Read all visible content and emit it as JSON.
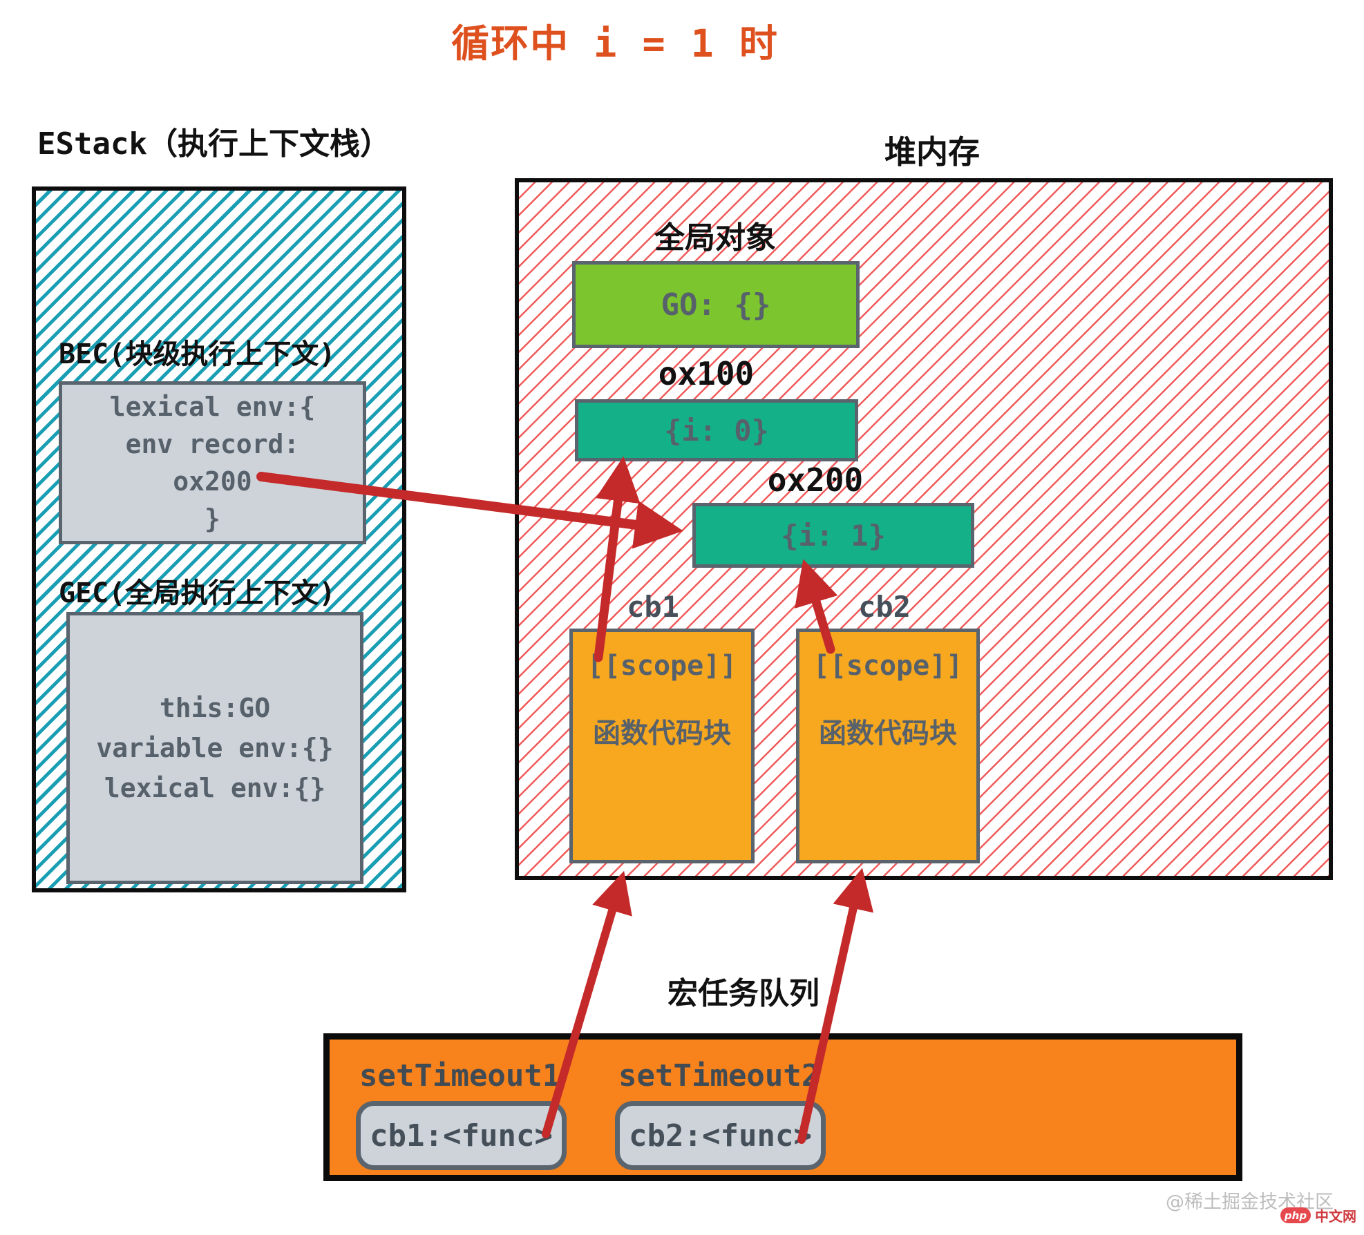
{
  "title": "循环中 i = 1 时",
  "estack": {
    "label": "EStack（执行上下文栈）",
    "bec": {
      "label": "BEC(块级执行上下文)",
      "lines": [
        "lexical env:{",
        "env record:",
        "ox200",
        "}"
      ]
    },
    "gec": {
      "label": "GEC(全局执行上下文)",
      "lines": [
        "this:GO",
        "variable env:{}",
        "lexical env:{}"
      ]
    }
  },
  "heap": {
    "label": "堆内存",
    "global_object": {
      "label": "全局对象",
      "value": "GO: {}"
    },
    "slot_ox100": {
      "label": "ox100",
      "value": "{i: 0}"
    },
    "slot_ox200": {
      "label": "ox200",
      "value": "{i: 1}"
    },
    "cb1": {
      "label": "cb1",
      "scope": "[[scope]]",
      "body": "函数代码块"
    },
    "cb2": {
      "label": "cb2",
      "scope": "[[scope]]",
      "body": "函数代码块"
    }
  },
  "macro_task_queue": {
    "label": "宏任务队列",
    "items": [
      {
        "label": "setTimeout1",
        "value": "cb1:<func>"
      },
      {
        "label": "setTimeout2",
        "value": "cb2:<func>"
      }
    ]
  },
  "watermark": {
    "community": "@稀土掘金技术社区",
    "logo": "php",
    "site": "中文网"
  },
  "colors": {
    "title": "#DE501D",
    "teal_hatch": "#1A9EB4",
    "red_hatch": "#F05A5A",
    "gray_box_fill": "#CDD3D9",
    "box_border": "#5A646E",
    "go_green": "#7CC52F",
    "teal_green": "#14B189",
    "cb_orange": "#F7A81F",
    "queue_orange": "#F8821B",
    "arrow_red": "#C52A2A"
  }
}
